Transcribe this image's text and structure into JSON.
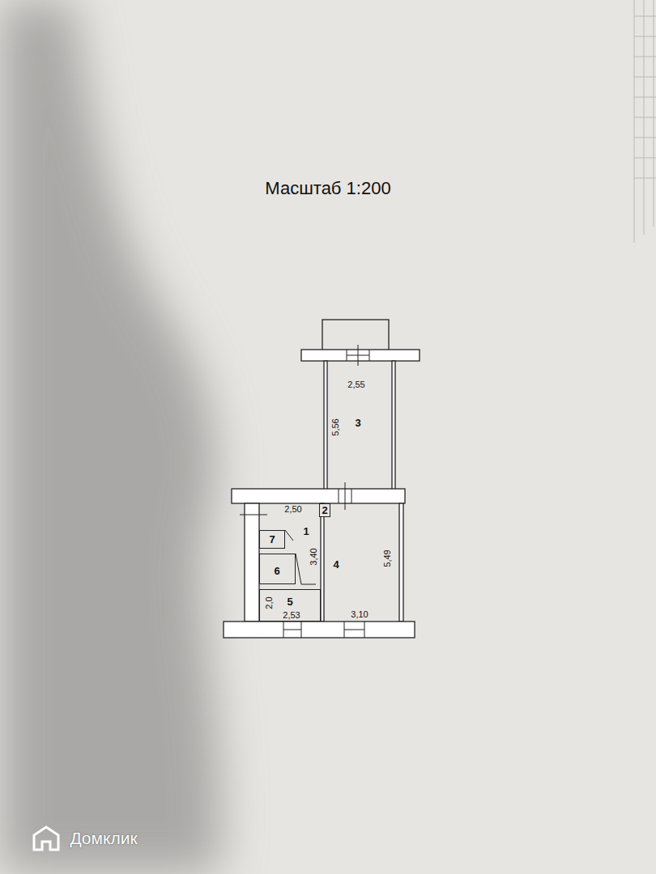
{
  "diagram": {
    "title": "Масштаб 1:200",
    "nodes": [
      {
        "text": [
          "3"
        ]
      },
      {
        "text": [
          "2"
        ]
      },
      {
        "text": [
          "1"
        ]
      },
      {
        "text": [
          "7"
        ]
      },
      {
        "text": [
          "4"
        ]
      },
      {
        "text": [
          "6"
        ]
      },
      {
        "text": [
          "5"
        ]
      }
    ],
    "labels": [
      "2,55",
      "5,56",
      "2,50",
      "3,40",
      "5,49",
      "2,0",
      "3,10",
      "2,53",
      "Домклик"
    ]
  }
}
